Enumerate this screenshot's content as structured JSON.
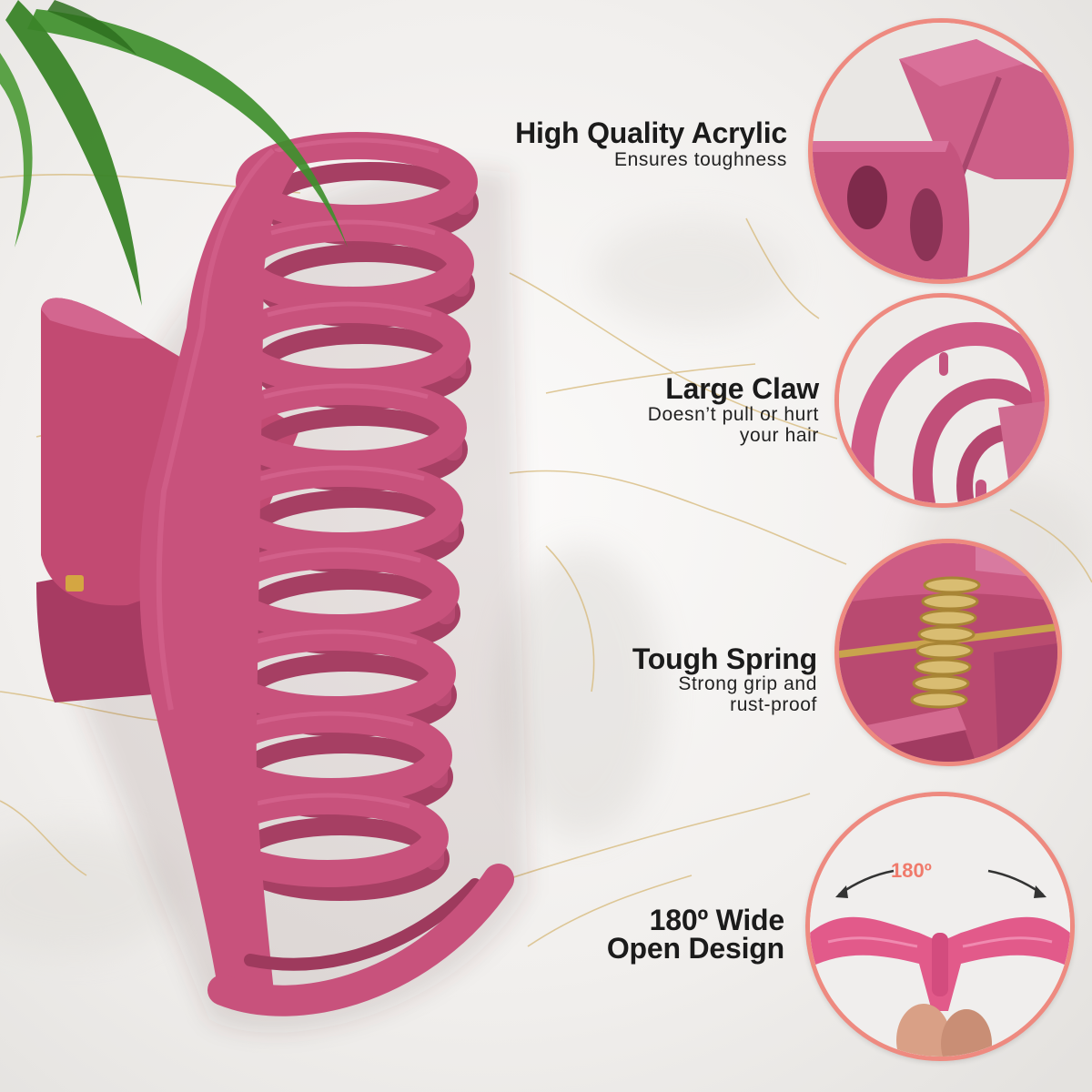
{
  "features": [
    {
      "title_lines": [
        "High Quality Acrylic"
      ],
      "desc_lines": [
        "Ensures toughness"
      ]
    },
    {
      "title_lines": [
        "Large Claw"
      ],
      "desc_lines": [
        "Doesn’t pull or hurt",
        "your hair"
      ]
    },
    {
      "title_lines": [
        "Tough Spring"
      ],
      "desc_lines": [
        "Strong grip and",
        "rust-proof"
      ]
    },
    {
      "title_lines": [
        "180º Wide",
        "Open Design"
      ],
      "desc_lines": []
    }
  ],
  "angle_label": "180º",
  "colors": {
    "clip_pink": "#c8527c",
    "circle_border": "#ee8a80",
    "angle_label": "#f07a6b",
    "text_dark": "#1b1b1b",
    "spring_gold": "#d9bd72",
    "fern_green": "#3f8f2c"
  }
}
